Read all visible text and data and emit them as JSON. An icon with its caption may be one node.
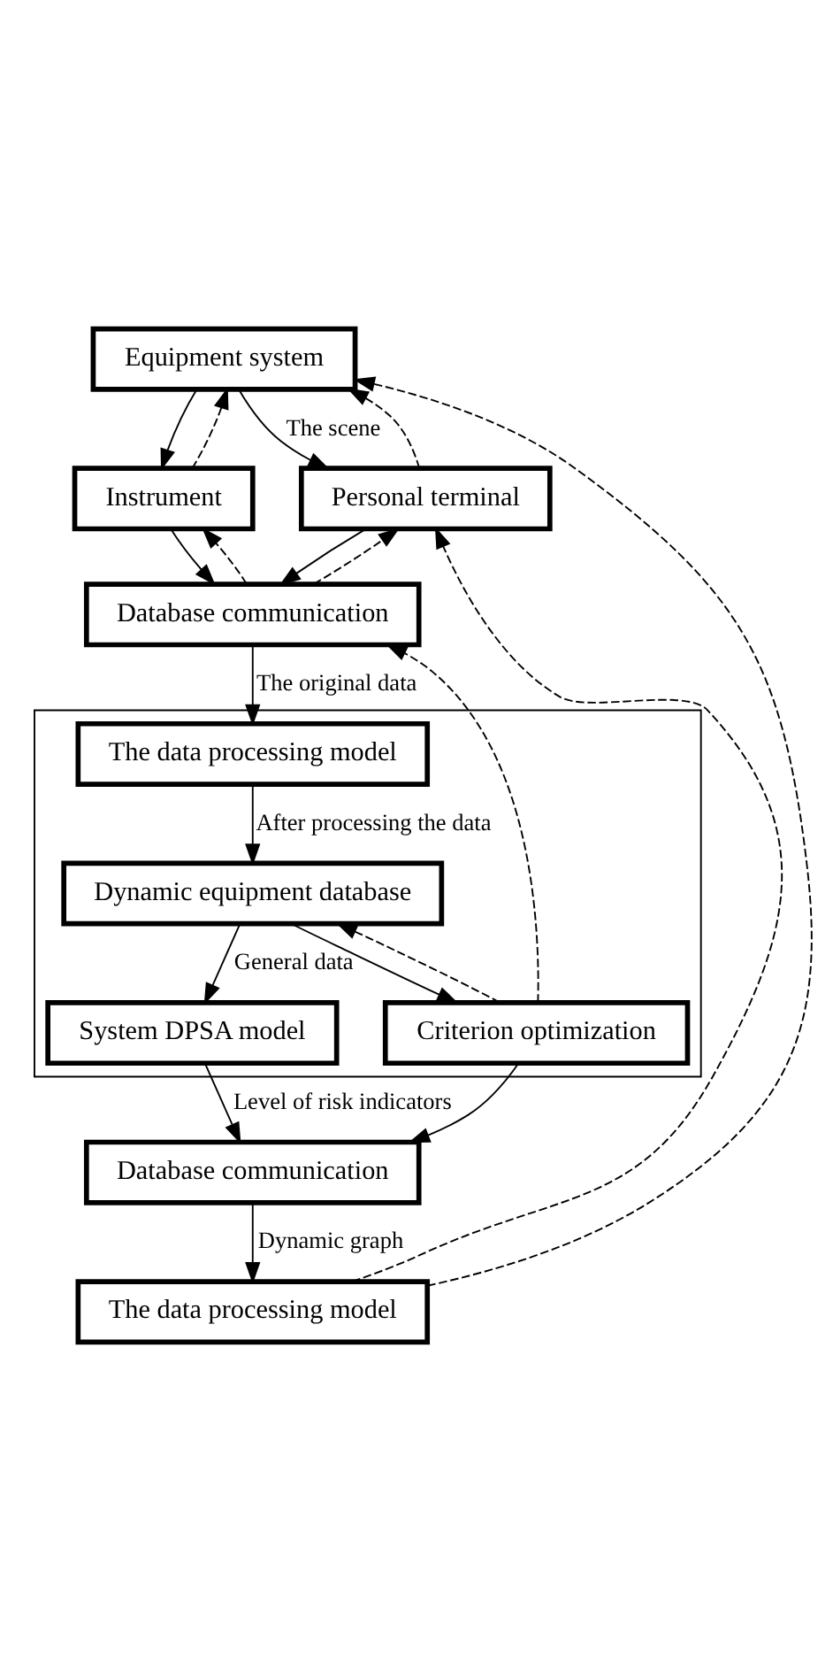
{
  "diagram": {
    "nodes": [
      {
        "text": [
          "Equipment system"
        ]
      },
      {
        "text": [
          "Instrument"
        ]
      },
      {
        "text": [
          "Personal terminal"
        ]
      },
      {
        "text": [
          "Database communication"
        ]
      },
      {
        "text": [],
        "shape": "box"
      },
      {
        "text": [
          "The data processing model"
        ],
        "in": 4
      },
      {
        "text": [
          "Dynamic equipment database"
        ],
        "in": 4
      },
      {
        "text": [
          "System DPSA model"
        ],
        "in": 4
      },
      {
        "text": [
          "Criterion optimization"
        ],
        "in": 4
      },
      {
        "text": [
          "Database communication"
        ]
      },
      {
        "text": [
          "The data processing model"
        ]
      }
    ],
    "edges": [
      {
        "from": 0,
        "to": 1,
        "arrow": "to"
      },
      {
        "from": 1,
        "to": 0,
        "arrow": "to",
        "style": "dashed"
      },
      {
        "from": 0,
        "to": 2,
        "arrow": "to",
        "label": "The scene"
      },
      {
        "from": 2,
        "to": 0,
        "arrow": "to",
        "style": "dashed"
      },
      {
        "from": 1,
        "to": 3,
        "arrow": "to"
      },
      {
        "from": 3,
        "to": 1,
        "arrow": "to",
        "style": "dashed"
      },
      {
        "from": 2,
        "to": 3,
        "arrow": "to"
      },
      {
        "from": 3,
        "to": 2,
        "arrow": "to",
        "style": "dashed"
      },
      {
        "from": 3,
        "to": 5,
        "arrow": "to",
        "label": "The original data"
      },
      {
        "from": 5,
        "to": 6,
        "arrow": "to",
        "label": "After processing the data"
      },
      {
        "from": 6,
        "to": 7,
        "arrow": "to",
        "label": "General data"
      },
      {
        "from": 6,
        "to": 8,
        "arrow": "to"
      },
      {
        "from": 8,
        "to": 3,
        "arrow": "to",
        "style": "dashed"
      },
      {
        "from": 8,
        "to": 6,
        "arrow": "to",
        "style": "dashed"
      },
      {
        "from": 7,
        "to": 9,
        "arrow": "to",
        "label": "Level of risk indicators"
      },
      {
        "from": 8,
        "to": 9,
        "arrow": "to"
      },
      {
        "from": 9,
        "to": 10,
        "arrow": "to",
        "label": "Dynamic graph"
      },
      {
        "from": 10,
        "to": 0,
        "arrow": "to",
        "style": "dashed"
      },
      {
        "from": 10,
        "to": 2,
        "arrow": "to",
        "style": "dashed"
      }
    ]
  }
}
